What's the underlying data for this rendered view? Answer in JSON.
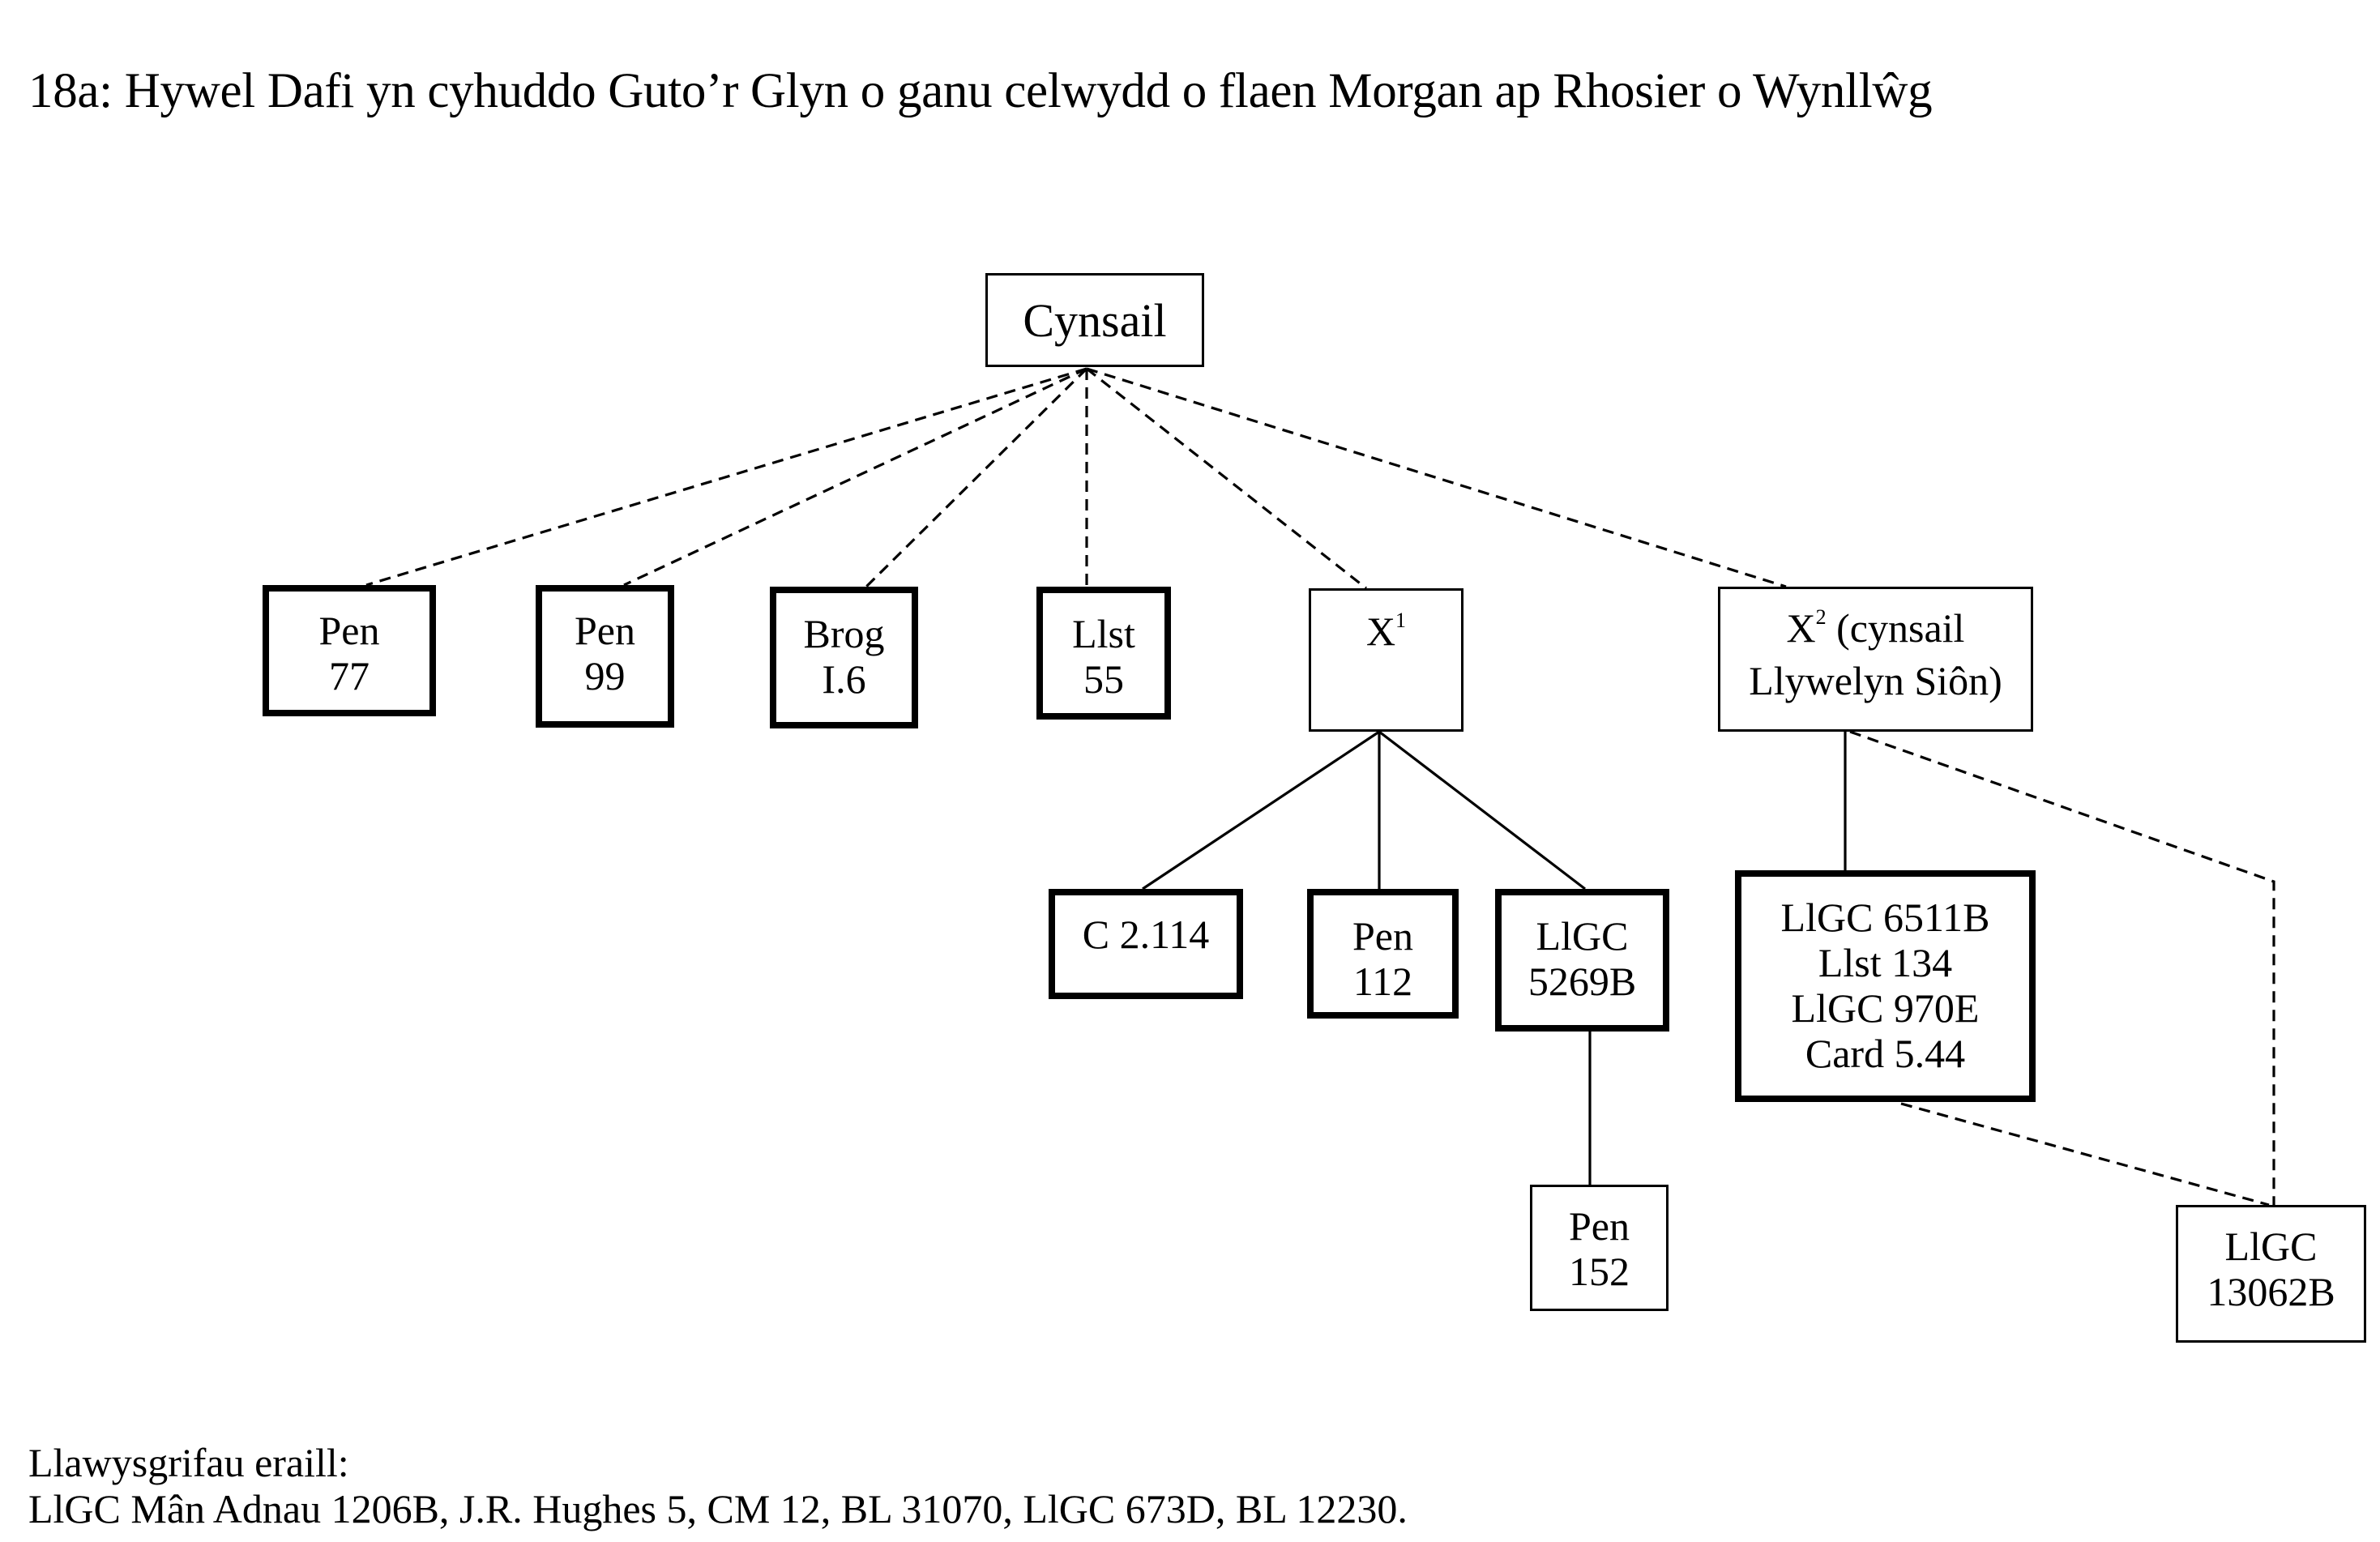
{
  "title": "18a: Hywel Dafi yn cyhuddo Guto’r Glyn o ganu celwydd o flaen Morgan ap Rhosier o Wynllŵg",
  "nodes": {
    "cynsail": {
      "lines": [
        "Cynsail"
      ],
      "style": "thin"
    },
    "pen77": {
      "lines": [
        "Pen",
        "77"
      ],
      "style": "thick"
    },
    "pen99": {
      "lines": [
        "Pen",
        "99"
      ],
      "style": "thick"
    },
    "brog": {
      "lines": [
        "Brog",
        "I.6"
      ],
      "style": "thick"
    },
    "llst55": {
      "lines": [
        "Llst",
        "55"
      ],
      "style": "thick"
    },
    "x1": {
      "base": "X",
      "sup": "1",
      "lines": [],
      "style": "thin"
    },
    "x2": {
      "base": "X",
      "sup": "2",
      "rest": " (cynsail",
      "lines": [
        "Llywelyn Siôn)"
      ],
      "style": "thin"
    },
    "c2114": {
      "lines": [
        "C 2.114"
      ],
      "style": "thick"
    },
    "pen112": {
      "lines": [
        "Pen",
        "112"
      ],
      "style": "thick"
    },
    "llgc5269b": {
      "lines": [
        "LlGC",
        "5269B"
      ],
      "style": "thick"
    },
    "group": {
      "lines": [
        "LlGC 6511B",
        "Llst 134",
        "LlGC 970E",
        "Card 5.44"
      ],
      "style": "thick"
    },
    "pen152": {
      "lines": [
        "Pen",
        "152"
      ],
      "style": "thin"
    },
    "llgc13062b": {
      "lines": [
        "LlGC",
        "13062B"
      ],
      "style": "thin"
    }
  },
  "edges": [
    {
      "from": "cynsail",
      "to": "pen77",
      "style": "dashed"
    },
    {
      "from": "cynsail",
      "to": "pen99",
      "style": "dashed"
    },
    {
      "from": "cynsail",
      "to": "brog",
      "style": "dashed"
    },
    {
      "from": "cynsail",
      "to": "llst55",
      "style": "dashed"
    },
    {
      "from": "cynsail",
      "to": "x1",
      "style": "dashed"
    },
    {
      "from": "cynsail",
      "to": "x2",
      "style": "dashed"
    },
    {
      "from": "x1",
      "to": "c2114",
      "style": "solid"
    },
    {
      "from": "x1",
      "to": "pen112",
      "style": "solid"
    },
    {
      "from": "x1",
      "to": "llgc5269b",
      "style": "solid"
    },
    {
      "from": "llgc5269b",
      "to": "pen152",
      "style": "solid"
    },
    {
      "from": "x2",
      "to": "group",
      "style": "solid"
    },
    {
      "from": "x2",
      "to": "llgc13062b",
      "style": "dashed"
    },
    {
      "from": "group",
      "to": "llgc13062b",
      "style": "dashed"
    }
  ],
  "footer": {
    "heading": "Llawysgrifau eraill:",
    "list": "LlGC Mân Adnau 1206B, J.R. Hughes 5, CM 12, BL 31070, LlGC 673D, BL 12230."
  }
}
